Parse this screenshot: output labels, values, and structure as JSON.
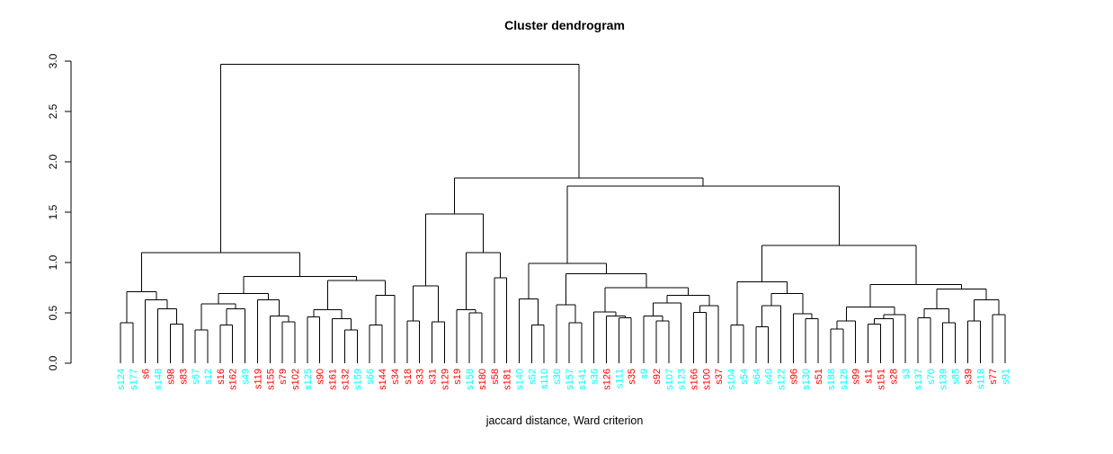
{
  "chart_data": {
    "type": "dendrogram",
    "title": "Cluster dendrogram",
    "xlabel": "jaccard distance, Ward criterion",
    "y_axis": {
      "range": [
        0.0,
        3.0
      ],
      "ticks": [
        0.0,
        0.5,
        1.0,
        1.5,
        2.0,
        2.5,
        3.0
      ],
      "tick_labels": [
        "0.0",
        "0.5",
        "1.0",
        "1.5",
        "2.0",
        "2.5",
        "3.0"
      ]
    },
    "legend": null,
    "grid": false,
    "colors": {
      "cyan": "#00FFFF",
      "red": "#FF0000",
      "line": "#000000"
    },
    "leaves": [
      {
        "label": "s124",
        "color": "cyan"
      },
      {
        "label": "s177",
        "color": "cyan"
      },
      {
        "label": "s6",
        "color": "red"
      },
      {
        "label": "s148",
        "color": "cyan"
      },
      {
        "label": "s98",
        "color": "red"
      },
      {
        "label": "s83",
        "color": "red"
      },
      {
        "label": "s67",
        "color": "cyan"
      },
      {
        "label": "s12",
        "color": "cyan"
      },
      {
        "label": "s16",
        "color": "red"
      },
      {
        "label": "s162",
        "color": "red"
      },
      {
        "label": "s49",
        "color": "cyan"
      },
      {
        "label": "s119",
        "color": "red"
      },
      {
        "label": "s155",
        "color": "red"
      },
      {
        "label": "s79",
        "color": "red"
      },
      {
        "label": "s102",
        "color": "red"
      },
      {
        "label": "s125",
        "color": "cyan"
      },
      {
        "label": "s90",
        "color": "red"
      },
      {
        "label": "s161",
        "color": "red"
      },
      {
        "label": "s132",
        "color": "red"
      },
      {
        "label": "s159",
        "color": "cyan"
      },
      {
        "label": "s66",
        "color": "cyan"
      },
      {
        "label": "s144",
        "color": "red"
      },
      {
        "label": "s34",
        "color": "red"
      },
      {
        "label": "s18",
        "color": "red"
      },
      {
        "label": "s33",
        "color": "red"
      },
      {
        "label": "s31",
        "color": "red"
      },
      {
        "label": "s129",
        "color": "red"
      },
      {
        "label": "s19",
        "color": "red"
      },
      {
        "label": "s158",
        "color": "cyan"
      },
      {
        "label": "s180",
        "color": "red"
      },
      {
        "label": "s58",
        "color": "red"
      },
      {
        "label": "s181",
        "color": "red"
      },
      {
        "label": "s140",
        "color": "cyan"
      },
      {
        "label": "s52",
        "color": "cyan"
      },
      {
        "label": "s110",
        "color": "cyan"
      },
      {
        "label": "s30",
        "color": "cyan"
      },
      {
        "label": "s157",
        "color": "cyan"
      },
      {
        "label": "s141",
        "color": "cyan"
      },
      {
        "label": "s36",
        "color": "cyan"
      },
      {
        "label": "s126",
        "color": "red"
      },
      {
        "label": "s111",
        "color": "cyan"
      },
      {
        "label": "s35",
        "color": "red"
      },
      {
        "label": "s9",
        "color": "cyan"
      },
      {
        "label": "s92",
        "color": "red"
      },
      {
        "label": "s107",
        "color": "cyan"
      },
      {
        "label": "s123",
        "color": "cyan"
      },
      {
        "label": "s166",
        "color": "red"
      },
      {
        "label": "s100",
        "color": "red"
      },
      {
        "label": "s37",
        "color": "red"
      },
      {
        "label": "s104",
        "color": "cyan"
      },
      {
        "label": "s54",
        "color": "cyan"
      },
      {
        "label": "s64",
        "color": "cyan"
      },
      {
        "label": "s40",
        "color": "cyan"
      },
      {
        "label": "s122",
        "color": "cyan"
      },
      {
        "label": "s96",
        "color": "red"
      },
      {
        "label": "s130",
        "color": "cyan"
      },
      {
        "label": "s51",
        "color": "red"
      },
      {
        "label": "s188",
        "color": "cyan"
      },
      {
        "label": "s128",
        "color": "cyan"
      },
      {
        "label": "s99",
        "color": "red"
      },
      {
        "label": "s11",
        "color": "red"
      },
      {
        "label": "s151",
        "color": "red"
      },
      {
        "label": "s28",
        "color": "red"
      },
      {
        "label": "s3",
        "color": "cyan"
      },
      {
        "label": "s137",
        "color": "cyan"
      },
      {
        "label": "s70",
        "color": "cyan"
      },
      {
        "label": "s139",
        "color": "cyan"
      },
      {
        "label": "s85",
        "color": "cyan"
      },
      {
        "label": "s39",
        "color": "red"
      },
      {
        "label": "s118",
        "color": "cyan"
      },
      {
        "label": "s77",
        "color": "red"
      },
      {
        "label": "s91",
        "color": "cyan"
      }
    ],
    "merge_tree": [
      2.97,
      [
        1.1,
        [
          0.71,
          [
            0.4,
            "s124",
            "s177"
          ],
          [
            0.63,
            "s6",
            [
              0.54,
              "s148",
              [
                0.39,
                "s98",
                "s83"
              ]
            ]
          ]
        ],
        [
          0.86,
          [
            0.69,
            [
              0.59,
              [
                0.33,
                "s67",
                "s12"
              ],
              [
                0.54,
                [
                  0.38,
                  "s16",
                  "s162"
                ],
                "s49"
              ]
            ],
            [
              0.63,
              "s119",
              [
                0.47,
                "s155",
                [
                  0.41,
                  "s79",
                  "s102"
                ]
              ]
            ]
          ],
          [
            0.82,
            [
              0.53,
              [
                0.46,
                "s125",
                "s90"
              ],
              [
                0.44,
                "s161",
                [
                  0.33,
                  "s132",
                  "s159"
                ]
              ]
            ],
            [
              0.675,
              [
                0.38,
                "s66",
                "s144"
              ],
              "s34"
            ]
          ]
        ]
      ],
      [
        1.84,
        [
          1.48,
          [
            0.77,
            [
              0.42,
              "s18",
              "s33"
            ],
            [
              0.41,
              "s31",
              "s129"
            ]
          ],
          [
            1.1,
            [
              0.53,
              "s19",
              [
                0.5,
                "s158",
                "s180"
              ]
            ],
            [
              0.85,
              "s58",
              "s181"
            ]
          ]
        ],
        [
          1.76,
          [
            0.99,
            [
              0.64,
              "s140",
              [
                0.38,
                "s52",
                "s110"
              ]
            ],
            [
              0.89,
              [
                0.58,
                "s30",
                [
                  0.4,
                  "s157",
                  "s141"
                ]
              ],
              [
                0.75,
                [
                  0.51,
                  "s36",
                  [
                    0.47,
                    "s126",
                    [
                      0.45,
                      "s111",
                      "s35"
                    ]
                  ]
                ],
                [
                  0.675,
                  [
                    0.6,
                    [
                      0.47,
                      "s9",
                      [
                        0.42,
                        "s92",
                        "s107"
                      ]
                    ],
                    "s123"
                  ],
                  [
                    0.57,
                    [
                      0.505,
                      "s166",
                      "s100"
                    ],
                    "s37"
                  ]
                ]
              ]
            ]
          ],
          [
            1.17,
            [
              0.81,
              [
                0.38,
                "s104",
                "s54"
              ],
              [
                0.69,
                [
                  0.57,
                  [
                    0.36,
                    "s64",
                    "s40"
                  ],
                  "s122"
                ],
                [
                  0.49,
                  "s96",
                  [
                    0.44,
                    "s130",
                    "s51"
                  ]
                ]
              ]
            ],
            [
              0.78,
              [
                0.56,
                [
                  0.42,
                  [
                    0.34,
                    "s188",
                    "s128"
                  ],
                  "s99"
                ],
                [
                  0.48,
                  [
                    0.44,
                    [
                      0.39,
                      "s11",
                      "s151"
                    ],
                    "s28"
                  ],
                  "s3"
                ]
              ],
              [
                0.735,
                [
                  0.54,
                  [
                    0.45,
                    "s137",
                    "s70"
                  ],
                  [
                    0.4,
                    "s139",
                    "s85"
                  ]
                ],
                [
                  0.63,
                  [
                    0.42,
                    "s39",
                    "s118"
                  ],
                  [
                    0.48,
                    "s77",
                    "s91"
                  ]
                ]
              ]
            ]
          ]
        ]
      ]
    ]
  }
}
